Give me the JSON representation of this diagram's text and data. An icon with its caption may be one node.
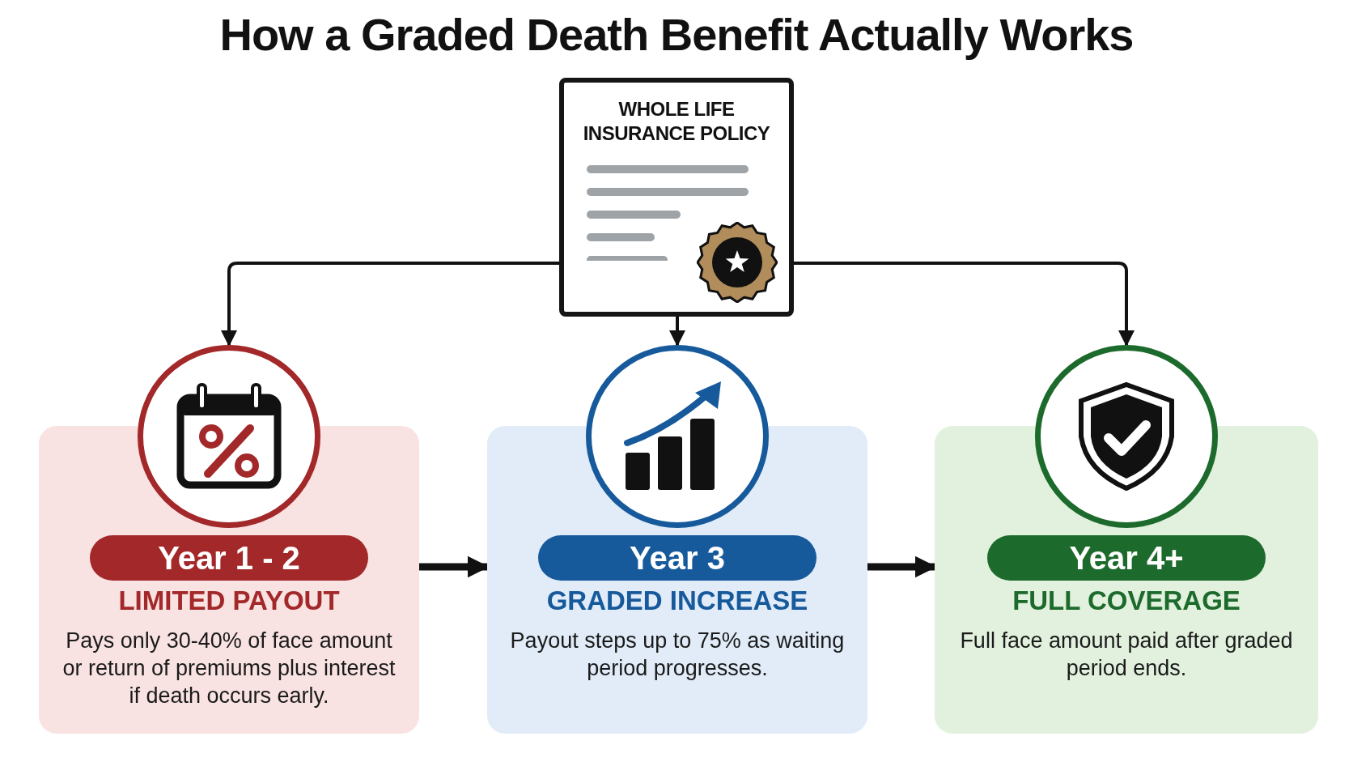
{
  "diagram": {
    "title": "How a Graded Death Benefit Actually Works",
    "nodes": [
      {
        "text": [
          "WHOLE LIFE INSURANCE POLICY"
        ]
      },
      {
        "text": [
          "Year 1 - 2",
          "LIMITED PAYOUT",
          "Pays only 30-40% of face amount or return of premiums plus interest if death occurs early."
        ]
      },
      {
        "text": [
          "Year 3",
          "GRADED INCREASE",
          "Payout steps up to 75% as waiting period progresses."
        ]
      },
      {
        "text": [
          "Year 4+",
          "FULL COVERAGE",
          "Full face amount paid after graded period ends."
        ]
      }
    ],
    "edges": [
      {
        "from": 0,
        "to": 1,
        "arrow": "to"
      },
      {
        "from": 0,
        "to": 2,
        "arrow": "to"
      },
      {
        "from": 0,
        "to": 3,
        "arrow": "to"
      },
      {
        "from": 1,
        "to": 2,
        "arrow": "to",
        "style": "thick"
      },
      {
        "from": 2,
        "to": 3,
        "arrow": "to",
        "style": "thick"
      }
    ]
  }
}
